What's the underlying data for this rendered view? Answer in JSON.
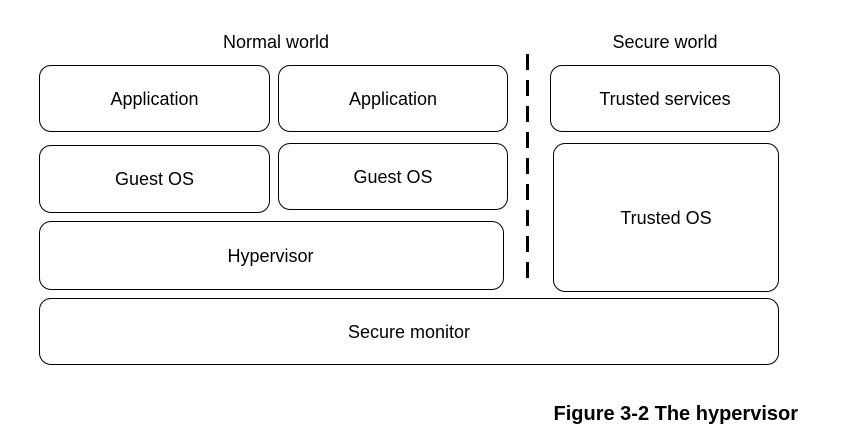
{
  "diagram": {
    "labels": {
      "normal_world": "Normal world",
      "secure_world": "Secure world"
    },
    "boxes": {
      "application_1": "Application",
      "application_2": "Application",
      "trusted_services": "Trusted services",
      "guest_os_1": "Guest OS",
      "guest_os_2": "Guest OS",
      "trusted_os": "Trusted OS",
      "hypervisor": "Hypervisor",
      "secure_monitor": "Secure monitor"
    },
    "caption": "Figure 3-2 The hypervisor"
  }
}
